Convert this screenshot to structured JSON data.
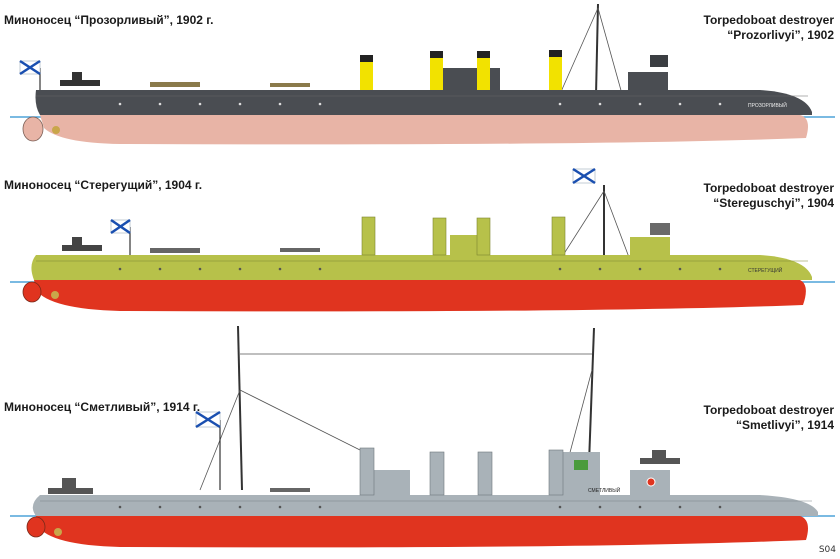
{
  "ships": [
    {
      "ru_caption": "Миноносец “Прозорливый”, 1902 г.",
      "en_title": "Torpedoboat destroyer",
      "en_name": "“Prozorlivyi”, 1902",
      "hull_name": "ПРОЗОРЛИВЫЙ",
      "colors": {
        "upper": "#4a4d52",
        "lower": "#e8b4a6",
        "funnel": "#f2e200"
      }
    },
    {
      "ru_caption": "Миноносец “Стерегущий”, 1904 г.",
      "en_title": "Torpedoboat destroyer",
      "en_name": "“Stereguschyi”, 1904",
      "hull_name": "СТЕРЕГУЩИЙ",
      "colors": {
        "upper": "#b7c14a",
        "lower": "#e0341f",
        "funnel": "#b7c14a"
      }
    },
    {
      "ru_caption": "Миноносец “Сметливый”, 1914 г.",
      "en_title": "Torpedoboat destroyer",
      "en_name": "“Smetlivyi”, 1914",
      "hull_name": "СМЕТЛИВЫЙ",
      "colors": {
        "upper": "#a9b2b8",
        "lower": "#e0341f",
        "funnel": "#a9b2b8"
      }
    }
  ],
  "signature": "S04"
}
